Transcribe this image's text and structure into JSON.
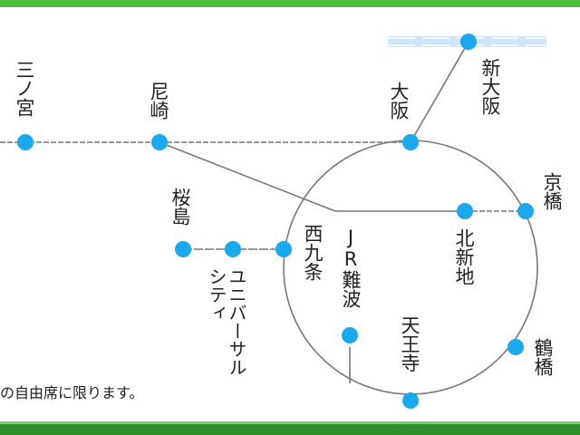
{
  "map": {
    "colors": {
      "top_bar": "#4cbc3a",
      "bottom_bar": "#2f8f2a",
      "station_dot": "#1aa8ee",
      "line": "#777777",
      "shinkansen": "#cfe4f7"
    },
    "stations": [
      {
        "id": "sannomiya",
        "name": "三ノ宮"
      },
      {
        "id": "amagasaki",
        "name": "尼崎"
      },
      {
        "id": "osaka",
        "name": "大阪"
      },
      {
        "id": "shin-osaka",
        "name": "新大阪"
      },
      {
        "id": "kyobashi",
        "name": "京橋"
      },
      {
        "id": "kitashinchi",
        "name": "北新地"
      },
      {
        "id": "sakurajima",
        "name": "桜島"
      },
      {
        "id": "universal-city-1",
        "name": "ユニバーサル"
      },
      {
        "id": "universal-city-2",
        "name": "シティ"
      },
      {
        "id": "nishikujo",
        "name": "西九条"
      },
      {
        "id": "jr-namba",
        "name": "JR難波"
      },
      {
        "id": "tennoji",
        "name": "天王寺"
      },
      {
        "id": "tsuruhashi",
        "name": "鶴橋"
      }
    ],
    "note": "の自由席に限ります。"
  }
}
